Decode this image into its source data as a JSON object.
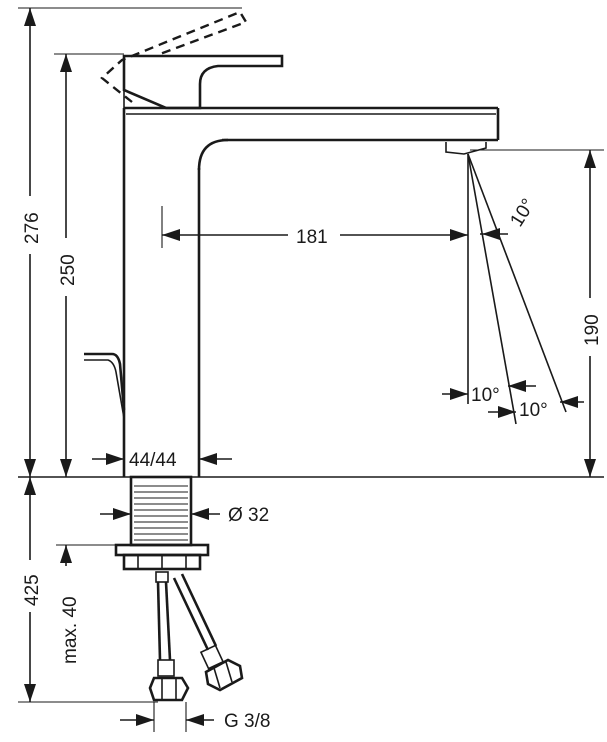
{
  "dimensions": {
    "total_height": "276",
    "body_height": "250",
    "spout_reach": "181",
    "spout_clearance": "190",
    "base_width": "44/44",
    "shank_diameter": "Ø 32",
    "hose_length": "425",
    "max_deck_thickness": "max. 40",
    "connection_thread": "G 3/8",
    "spray_angle_upper": "10°",
    "spray_angle_lower_left": "10°",
    "spray_angle_lower_right": "10°"
  },
  "colors": {
    "line": "#1a1a1a",
    "background": "#ffffff"
  }
}
